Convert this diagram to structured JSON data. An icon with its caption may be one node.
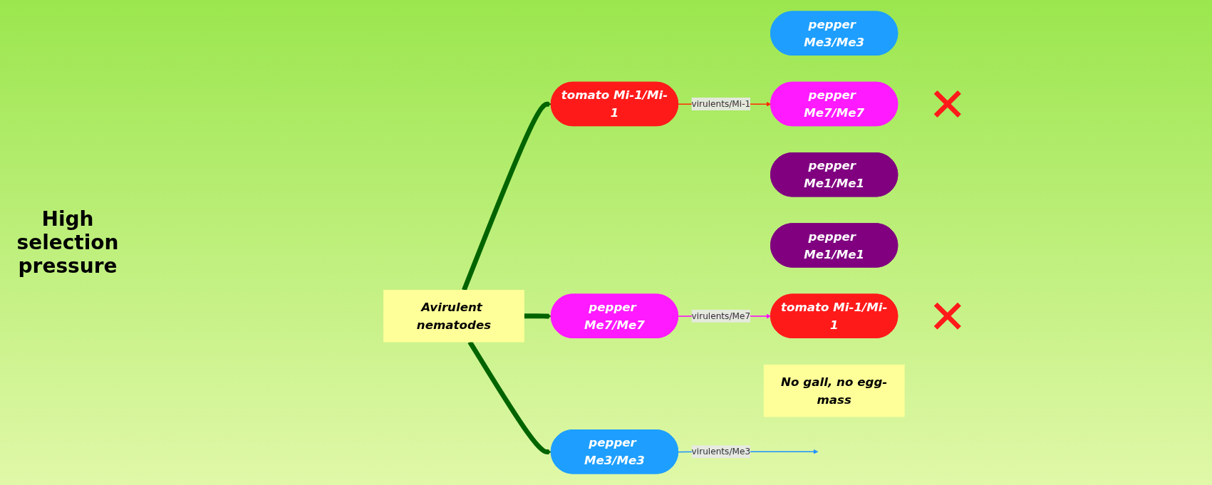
{
  "diagram": {
    "nodes": [
      {
        "text": [
          "Avirulent nematodes"
        ]
      },
      {
        "text": [
          "tomato Mi-1/Mi-1"
        ]
      },
      {
        "text": [
          "pepper Me3/Me3"
        ]
      },
      {
        "text": [
          "pepper Me7/Me7"
        ]
      },
      {
        "text": [
          "pepper Me3/Me3"
        ]
      },
      {
        "text": [
          "pepper Me7/Me7"
        ]
      },
      {
        "text": [
          "pepper Me1/Me1"
        ]
      },
      {
        "text": [],
        "shape": "cross"
      },
      {
        "text": [
          "pepper Me1/Me1"
        ]
      },
      {
        "text": [
          "tomato Mi-1/Mi-1"
        ]
      },
      {
        "text": [],
        "shape": "cross"
      },
      {
        "text": [
          "No gall, no egg-mass"
        ]
      }
    ],
    "edges": [
      {
        "from": 0,
        "to": 1,
        "arrow": "to",
        "style": "thick"
      },
      {
        "from": 0,
        "to": 2,
        "arrow": "to",
        "style": "thick"
      },
      {
        "from": 0,
        "to": 3,
        "arrow": "to",
        "style": "thick"
      },
      {
        "from": 1,
        "to": 5,
        "arrow": "to",
        "label": "virulents/Mi-1",
        "color": "#ff2a00"
      },
      {
        "from": 2,
        "to": null,
        "arrow": "to",
        "label": "virulents/Me3",
        "color": "#1e90ff"
      },
      {
        "from": 3,
        "to": 9,
        "arrow": "to",
        "label": "virulents/Me7",
        "color": "#ff00ff"
      }
    ],
    "labels": [
      "High selection pressure"
    ]
  }
}
